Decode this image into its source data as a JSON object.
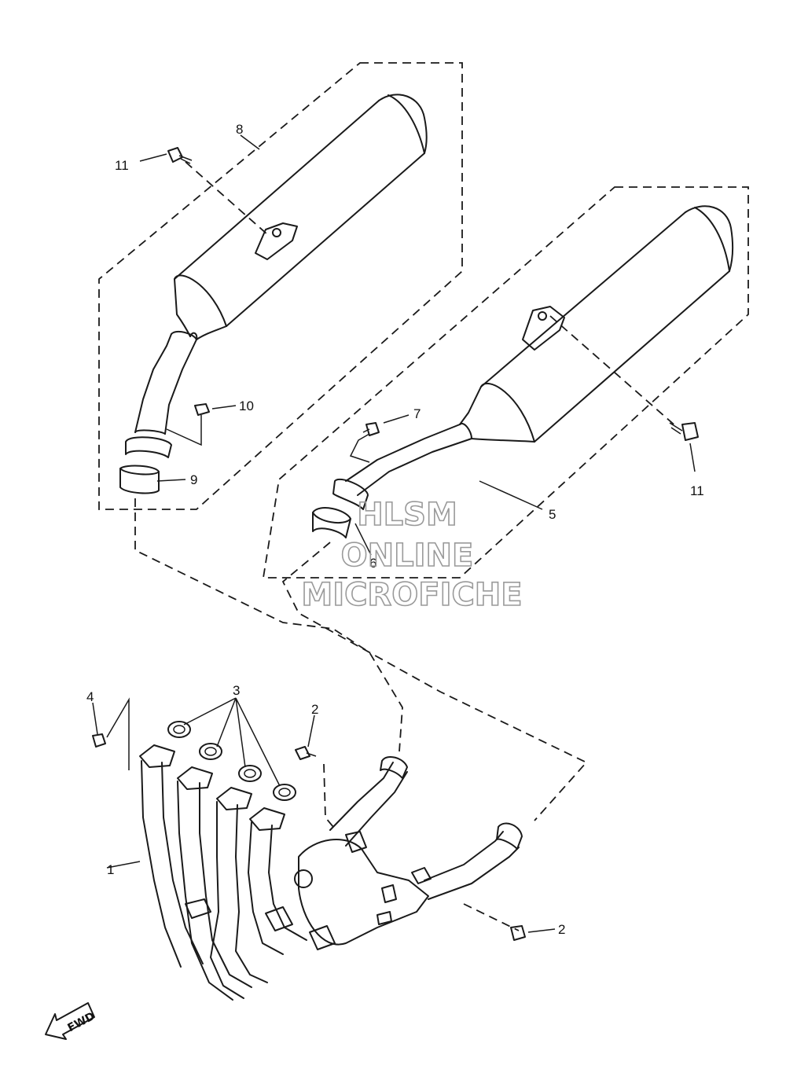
{
  "callouts": {
    "c1": "1",
    "c2a": "2",
    "c2b": "2",
    "c3": "3",
    "c4": "4",
    "c5": "5",
    "c6": "6",
    "c7": "7",
    "c8": "8",
    "c9": "9",
    "c10": "10",
    "c11a": "11",
    "c11b": "11"
  },
  "fwd_label": "FWD",
  "watermark": {
    "line1": "HLSM",
    "line2": "ONLINE",
    "line3": "MICROFICHE"
  },
  "colors": {
    "line": "#1a1a1a",
    "watermark": "#9a9a9a",
    "background": "#ffffff"
  }
}
